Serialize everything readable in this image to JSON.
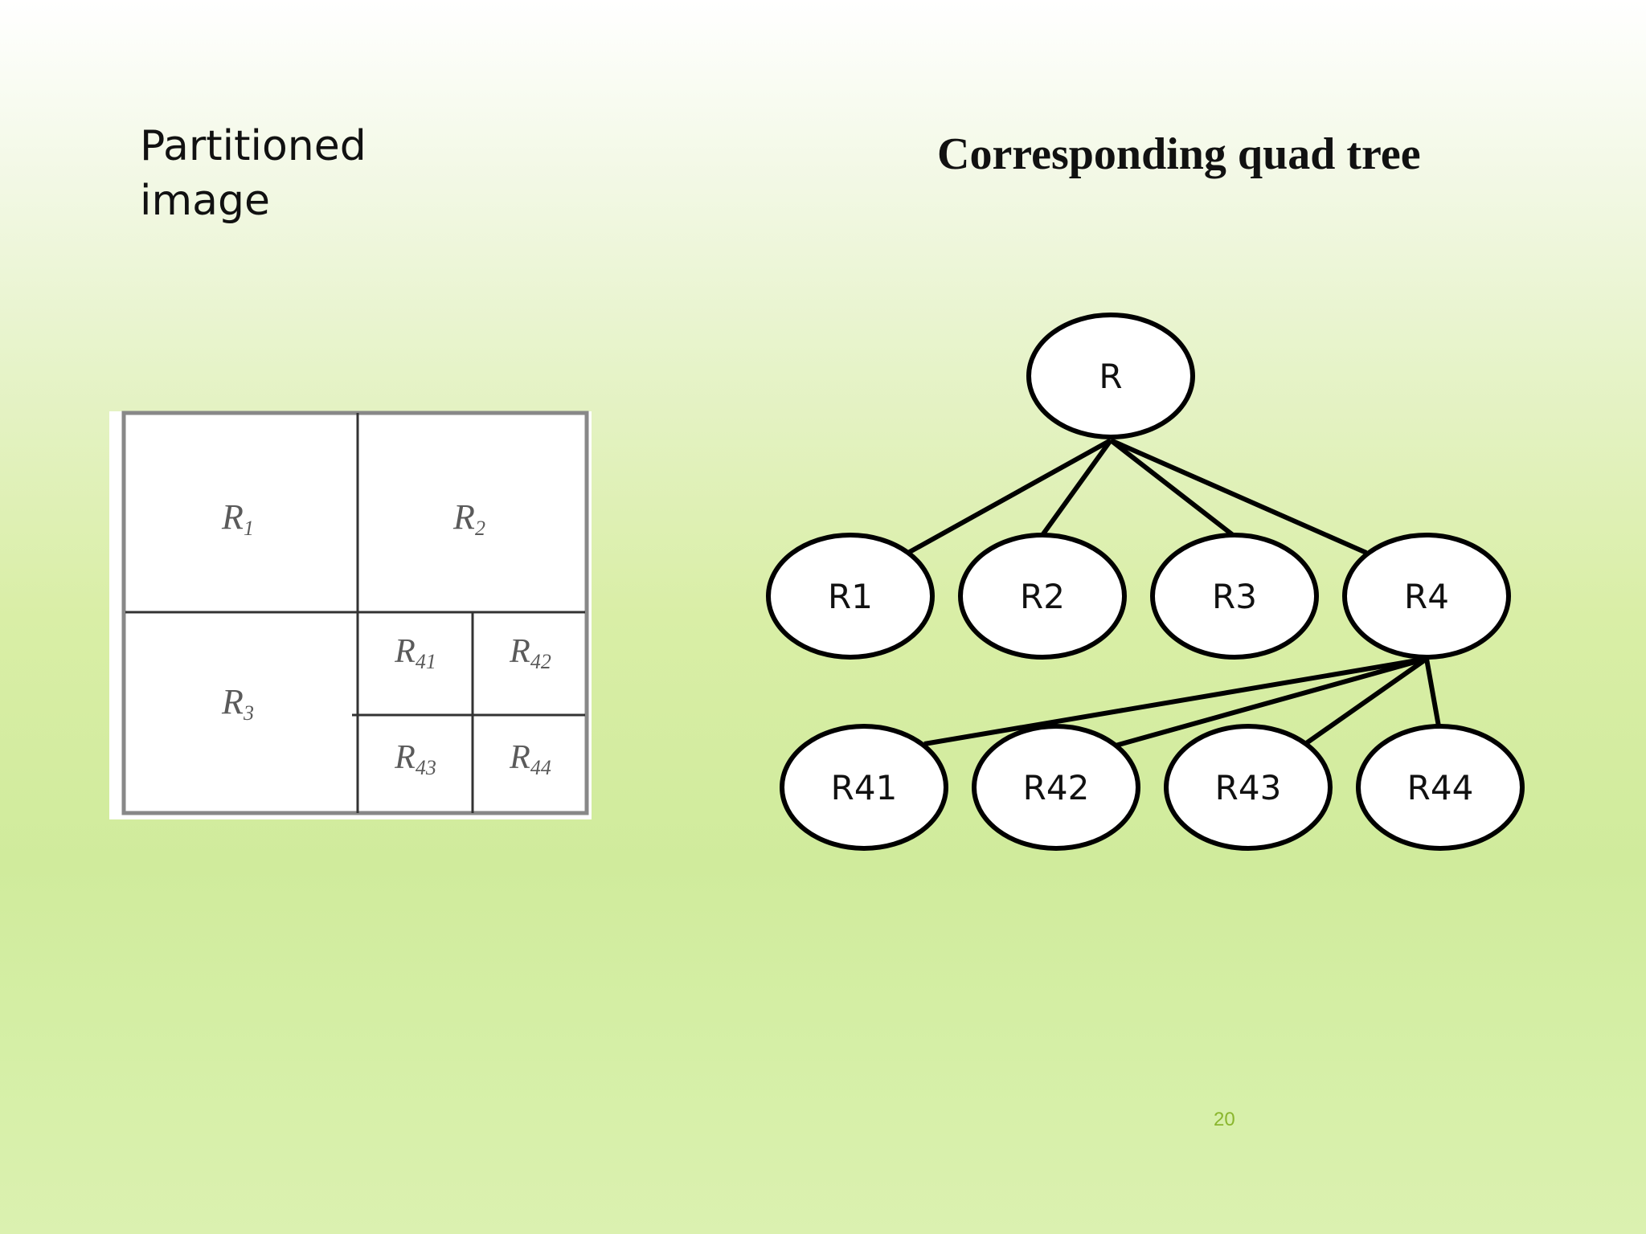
{
  "slide": {
    "left_title": "Partitioned\nimage",
    "right_title": "Corresponding quad tree",
    "page_number": "20"
  },
  "partitioned_image": {
    "regions": [
      {
        "id": "R1",
        "base": "R",
        "sub": "1"
      },
      {
        "id": "R2",
        "base": "R",
        "sub": "2"
      },
      {
        "id": "R3",
        "base": "R",
        "sub": "3"
      },
      {
        "id": "R41",
        "base": "R",
        "sub": "41"
      },
      {
        "id": "R42",
        "base": "R",
        "sub": "42"
      },
      {
        "id": "R43",
        "base": "R",
        "sub": "43"
      },
      {
        "id": "R44",
        "base": "R",
        "sub": "44"
      }
    ]
  },
  "quad_tree": {
    "nodes": [
      {
        "id": "R",
        "label": "R"
      },
      {
        "id": "R1",
        "label": "R1"
      },
      {
        "id": "R2",
        "label": "R2"
      },
      {
        "id": "R3",
        "label": "R3"
      },
      {
        "id": "R4",
        "label": "R4"
      },
      {
        "id": "R41",
        "label": "R41"
      },
      {
        "id": "R42",
        "label": "R42"
      },
      {
        "id": "R43",
        "label": "R43"
      },
      {
        "id": "R44",
        "label": "R44"
      }
    ],
    "edges": [
      [
        "R",
        "R1"
      ],
      [
        "R",
        "R2"
      ],
      [
        "R",
        "R3"
      ],
      [
        "R",
        "R4"
      ],
      [
        "R4",
        "R41"
      ],
      [
        "R4",
        "R42"
      ],
      [
        "R4",
        "R43"
      ],
      [
        "R4",
        "R44"
      ]
    ]
  }
}
